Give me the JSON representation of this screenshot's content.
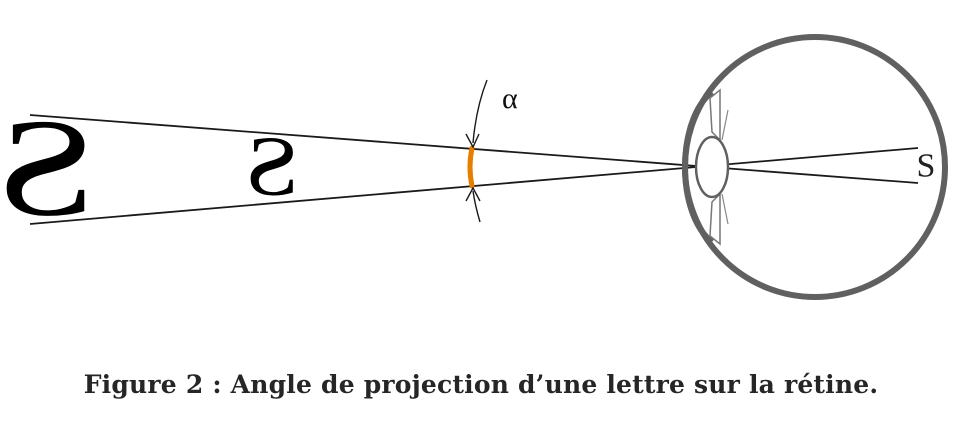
{
  "diagram": {
    "letter_far": "S",
    "letter_near": "S",
    "letter_retina": "S",
    "angle_label": "α"
  },
  "caption": {
    "text": "Figure 2  : Angle de projection d’une lettre sur la rétine."
  },
  "colors": {
    "lines": "#1a1a1a",
    "eye_outline": "#606060",
    "angle_arc": "#e67e00",
    "caption": "#262626"
  }
}
